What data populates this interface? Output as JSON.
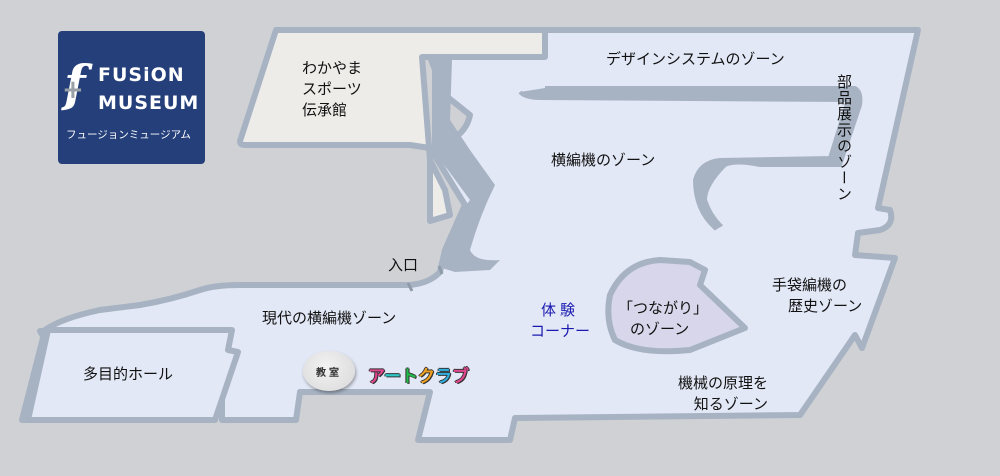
{
  "logo": {
    "mark": "f",
    "line1": "FUSiON",
    "line2": "MUSEUM",
    "kana": "フュージョンミュージアム",
    "bg_color": "#243f7a"
  },
  "colors": {
    "background": "#cfd1d4",
    "floor": "#e3e8f6",
    "wall": "#a7b3c3",
    "sports_hall": "#eeece9",
    "tsunagari": "#d7d6ea",
    "experience_text": "#1a1ab0"
  },
  "zones": {
    "sports": [
      "わかやま",
      "スポーツ",
      "伝承館"
    ],
    "design": "デザインシステムのゾーン",
    "parts": "部品展示のゾーン",
    "flatbed": "横編機のゾーン",
    "entrance": "入口",
    "modern": "現代の横編機ゾーン",
    "hall": "多目的ホール",
    "classroom": "教室",
    "art_club": [
      "ア",
      "ー",
      "ト",
      "ク",
      "ラ",
      "ブ"
    ],
    "art_club_colors": [
      "#e0478f",
      "#2fc6c6",
      "#22b84a",
      "#f0a020",
      "#2fb0e0",
      "#e0478f"
    ],
    "experience": [
      "体験",
      "コーナー"
    ],
    "tsunagari": [
      "「つながり」",
      "のゾーン"
    ],
    "glove": [
      "手袋編機の",
      "歴史ゾーン"
    ],
    "mechanism": [
      "機械の原理を",
      "知るゾーン"
    ]
  }
}
